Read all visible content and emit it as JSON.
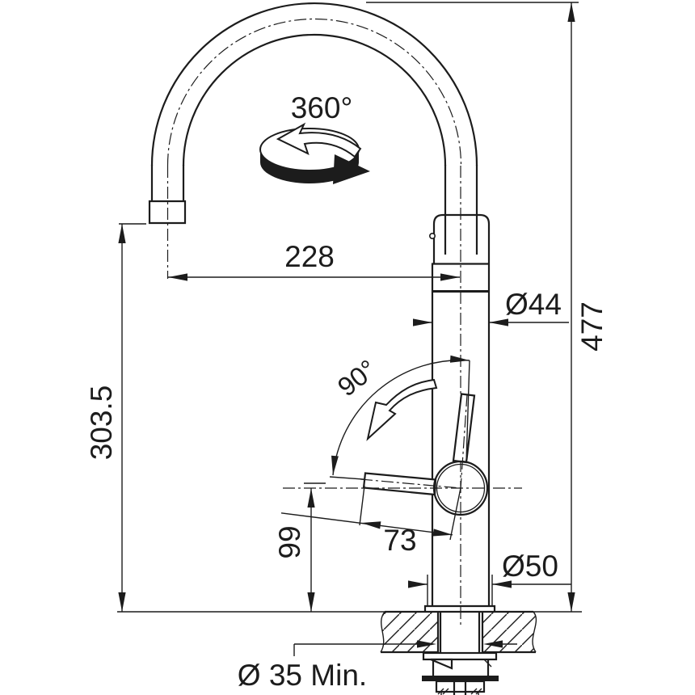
{
  "drawing": {
    "title": "faucet-installation-dimension-drawing",
    "background_color": "#ffffff",
    "line_color": "#1c1c1c",
    "dimensions": {
      "swivel_range_label": "360°",
      "spout_reach_label": "228",
      "spout_clearance_label": "303.5",
      "total_height_label": "477",
      "body_diameter_label": "Ø44",
      "lever_swivel_label": "90°",
      "lever_length_label": "73",
      "lever_height_label": "99",
      "base_diameter_label": "Ø50",
      "mounting_hole_label": "Ø 35 Min."
    }
  }
}
